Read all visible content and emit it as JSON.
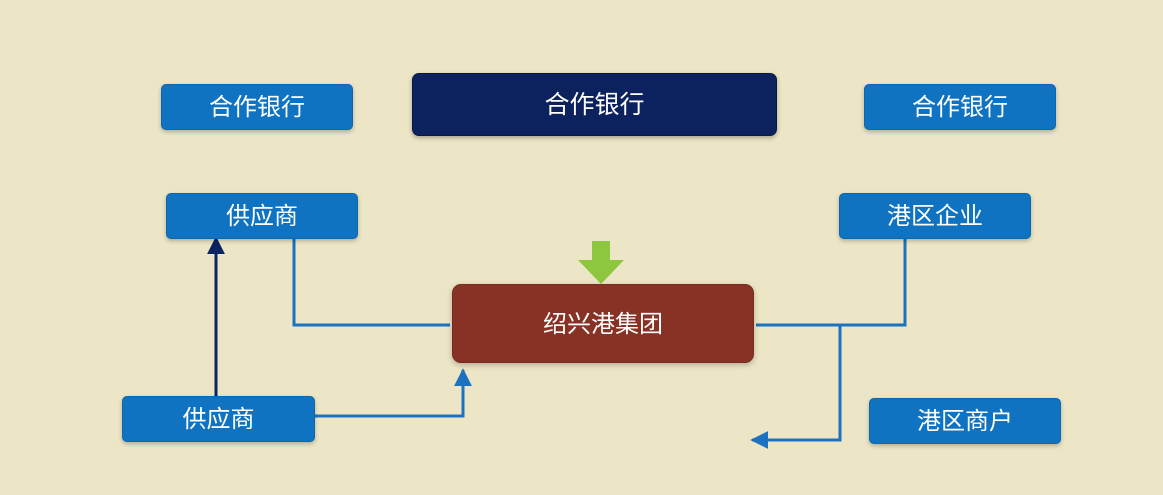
{
  "diagram": {
    "nodes": {
      "bank_left": "合作银行",
      "bank_center": "合作银行",
      "bank_right": "合作银行",
      "supplier_top": "供应商",
      "supplier_bottom": "供应商",
      "port_enterprise": "港区企业",
      "core_enterprise": "绍兴港集团",
      "port_merchant": "港区商户"
    },
    "colors": {
      "background": "#ece6c6",
      "blue_node": "#0f73c2",
      "navy_node": "#0b225f",
      "brown_node": "#873224",
      "blue_line": "#1b73bf",
      "navy_line": "#0a2461",
      "green_arrow": "#8dc63f"
    }
  }
}
